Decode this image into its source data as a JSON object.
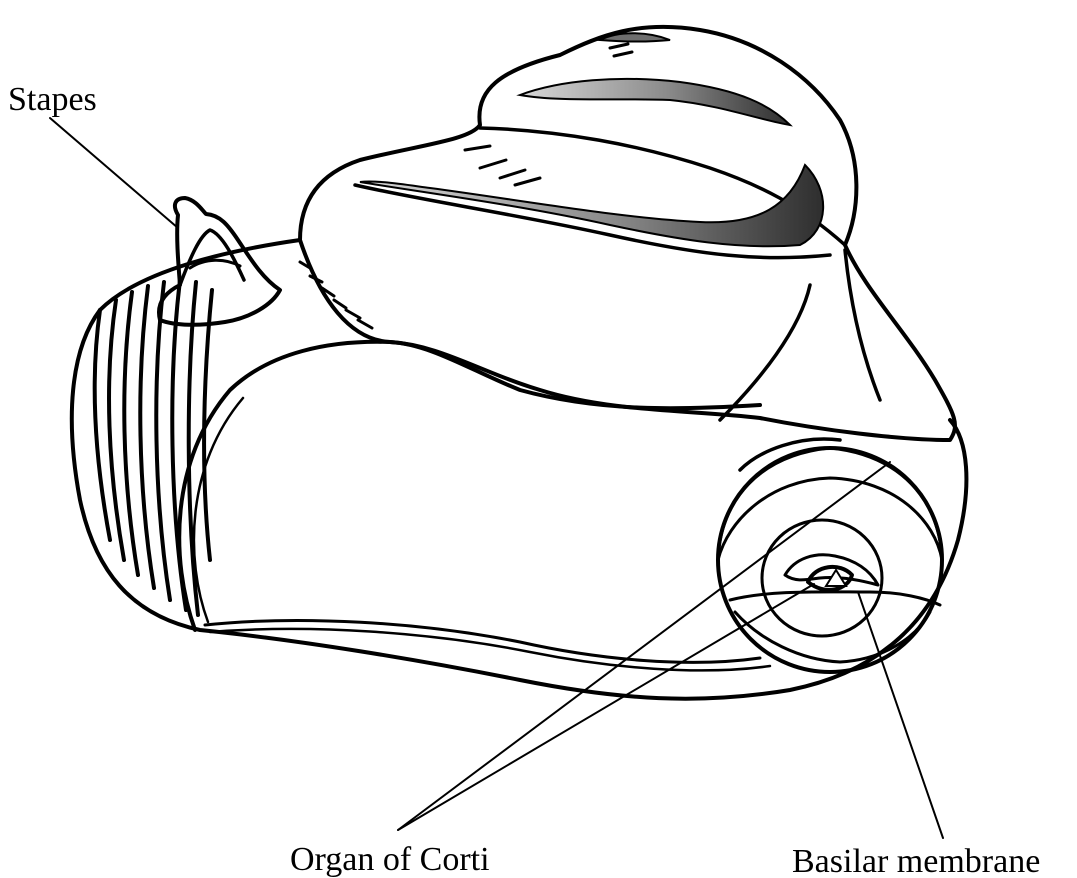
{
  "figure": {
    "labels": {
      "stapes": "Stapes",
      "organ_of_corti": "Organ of Corti",
      "basilar_membrane": "Basilar membrane"
    },
    "colors": {
      "ink": "#000000",
      "background": "#ffffff",
      "shade_light": "#dcdcdc",
      "shade_mid": "#a8a8a8",
      "shade_dark": "#4a4a4a"
    }
  }
}
